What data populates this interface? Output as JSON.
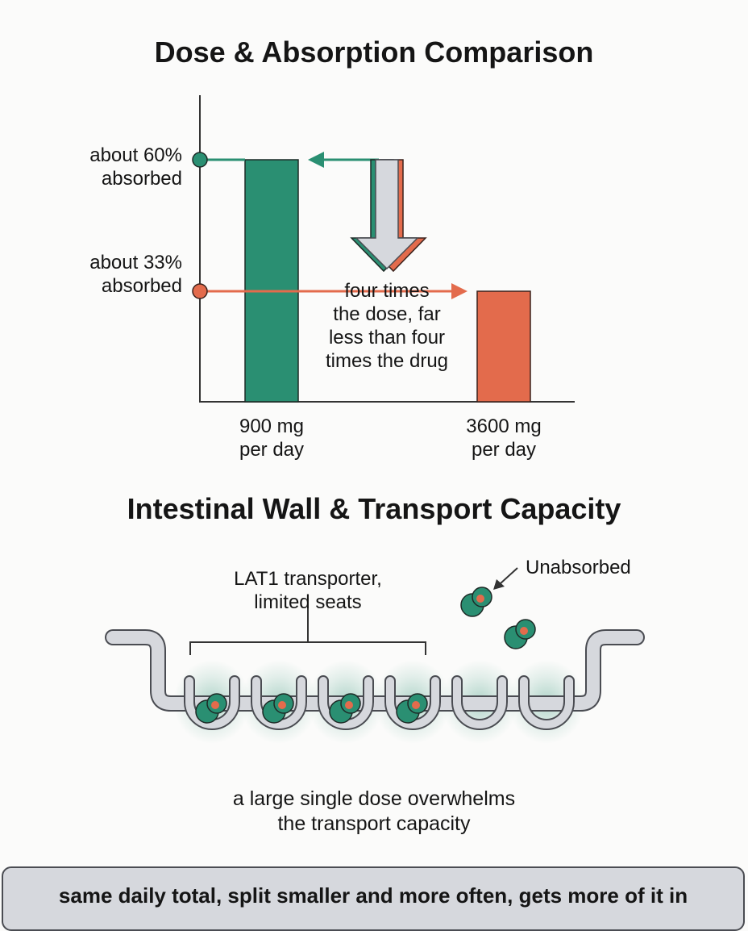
{
  "chart": {
    "title": "Dose & Absorption Comparison",
    "colors": {
      "low_dose": "#2a8f72",
      "high_dose": "#e36b4c",
      "arrow": "#d6d8dd"
    },
    "bars": [
      {
        "label": "900 mg\nper day",
        "absorbed": "about 60%\nabsorbed",
        "value": 60
      },
      {
        "label": "3600 mg\nper day",
        "absorbed": "about 33%\nabsorbed",
        "value": 33
      }
    ],
    "annotation": "four times\nthe dose, far\nless than four\ntimes the drug"
  },
  "diagram": {
    "title": "Intestinal Wall & Transport Capacity",
    "transporter_label": "LAT1 transporter,\nlimited seats",
    "unabsorbed_label": "Unabsorbed",
    "caption": "a large single dose overwhelms\nthe transport capacity",
    "seats_total": 6,
    "seats_filled": 4,
    "colors": {
      "molecule": "#2a8f72",
      "dot": "#e36b4c",
      "wall": "#d6d8dd",
      "outline": "#4a4c52"
    }
  },
  "footer": {
    "text": "same daily total, split smaller and more often, gets more of it in"
  }
}
